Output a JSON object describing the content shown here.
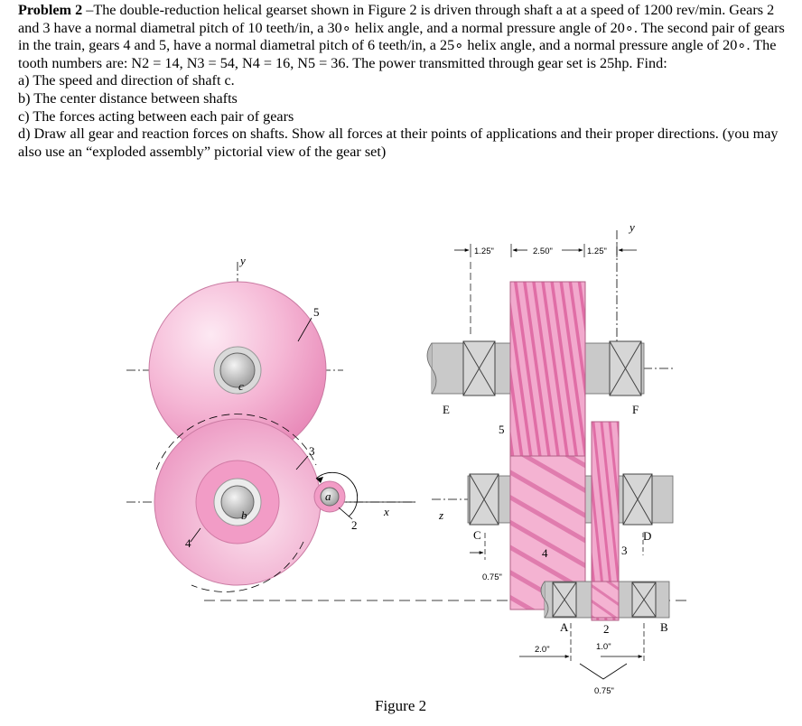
{
  "problem": {
    "lead": "Problem 2",
    "intro": " –The double-reduction helical gearset shown in Figure 2 is driven through shaft a at a speed of 1200 rev/min. Gears 2 and 3 have a normal diametral pitch of 10 teeth/in, a 30∘ helix angle, and a normal pressure angle of 20∘. The second pair of gears in the train, gears 4 and 5, have a normal diametral pitch of 6 teeth/in, a 25∘ helix angle, and a normal pressure angle of 20∘. The tooth numbers are: N2 = 14, N3 = 54, N4 = 16, N5 = 36. The power transmitted through gear set is 25hp. Find:",
    "items": [
      "a) The speed and direction of shaft c.",
      "b) The center distance between shafts",
      "c) The forces acting between each pair of gears",
      "d) Draw all gear and reaction forces on shafts. Show all forces at their points of applications and their proper directions. (you may also use an “exploded assembly” pictorial view of the gear set)"
    ]
  },
  "figure": {
    "caption": "Figure 2",
    "front_view": {
      "gear_labels": [
        "5",
        "3",
        "2",
        "4"
      ],
      "shaft_labels": [
        "c",
        "b",
        "a"
      ],
      "axis_labels": [
        "y",
        "x"
      ]
    },
    "side_view": {
      "axis_labels": [
        "y",
        "z"
      ],
      "gear_labels": [
        "5",
        "4",
        "3",
        "2"
      ],
      "bearing_labels": [
        "E",
        "F",
        "C",
        "D",
        "A",
        "B"
      ],
      "dimensions": [
        "1.25\"",
        "2.50\"",
        "1.25\"",
        "0.75\"",
        "2.0\"",
        "1.0\"",
        "0.75\""
      ]
    }
  },
  "colors": {
    "gear_fill": "#f2a9cd",
    "gear_dark": "#e889b8",
    "gear_light": "#fde9f3",
    "shaft_fill": "#c8c8c8",
    "bearing_fill": "#bdbdbd"
  }
}
